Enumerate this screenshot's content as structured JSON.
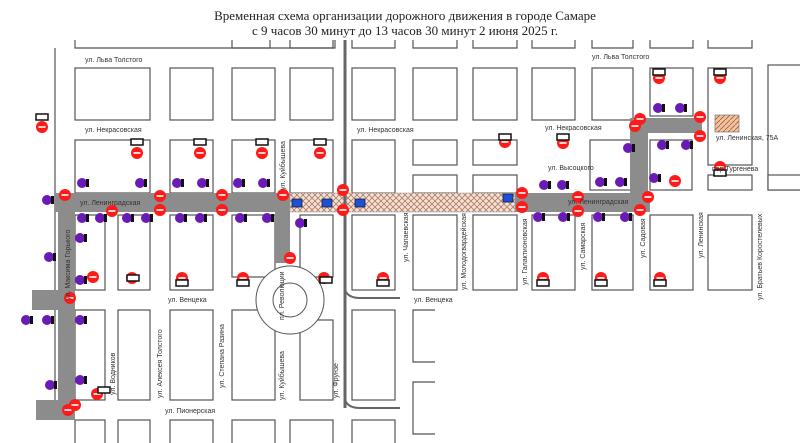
{
  "title": {
    "line1": "Временная схема организации дорожного движения в городе Самаре",
    "line2": "с 9 часов 30 минут до 13 часов 30 минут 2 июня 2025 г."
  },
  "streets": {
    "lva_tolstogo": "ул. Льва Толстого",
    "nekrasovskaya": "ул. Некрасовская",
    "leningradskaya": "ул. Ленинградская",
    "vysockogo": "ул. Высоцкого",
    "turgeneva": "пер.Тургенева",
    "leninskaya_75a": "ул. Ленинская, 75А",
    "maksima_gorkogo": "ул. Максима Горького",
    "kuibysheva": "ул. Куйбышева",
    "revolyucii": "пл. Революции",
    "venceka": "ул. Венцека",
    "pionerskaya": "ул. Пионерская",
    "vodnikov": "ул. Водников",
    "alekseya_tolstogo": "ул. Алексея Толстого",
    "stepana_razina": "ул. Степана Разина",
    "frunze": "ул. Фрунзе",
    "chapaevskaya": "ул. Чапаевская",
    "molodogvardeiskaya": "ул. Молодогвардейская",
    "galaktionovskaya": "ул. Галактионовская",
    "samarskaya": "ул. Самарская",
    "sadovaya": "ул. Садовая",
    "leninskaya": "ул. Ленинская",
    "bratiev_korostelevyh": "ул. Братьев Коростелевых"
  },
  "colors": {
    "closed_road": "#8c8c8c",
    "pedestrian_zone": "#e8c9b8",
    "no_entry_sign": "#ff1a1a",
    "no_stopping_sign": "#6a1bb5",
    "parking_sign": "#1f4fd8",
    "building_75a": "#f2c3a3"
  },
  "icons": [
    "no-entry-sign-icon",
    "no-stopping-sign-icon",
    "tow-truck-sign-icon",
    "parking-sign-icon"
  ]
}
